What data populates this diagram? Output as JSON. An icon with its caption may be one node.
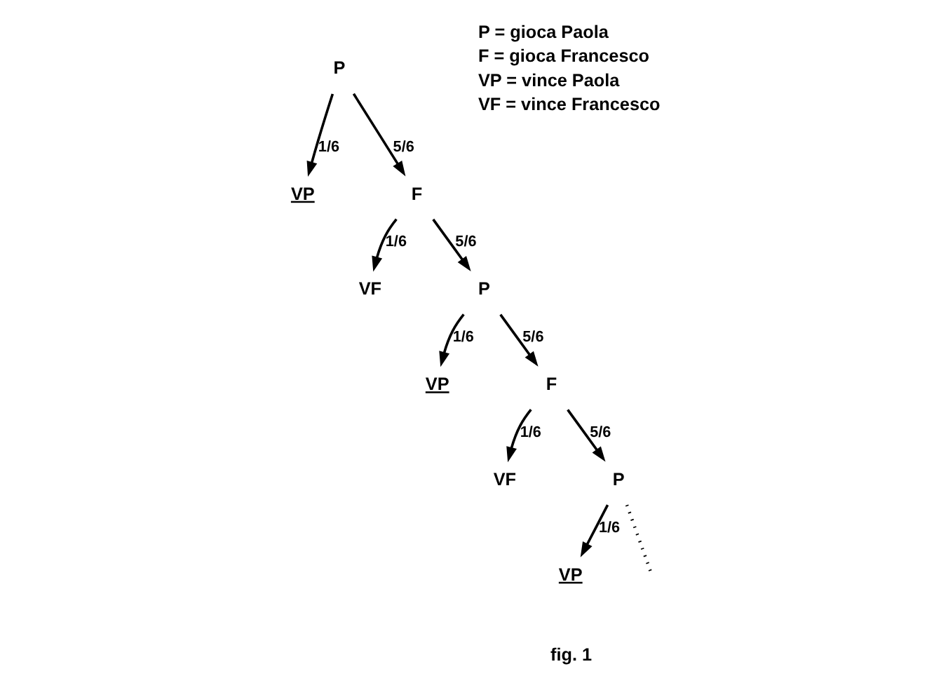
{
  "diagram": {
    "nodes": [
      {
        "text": [
          "P"
        ]
      },
      {
        "text": [
          "VP"
        ]
      },
      {
        "text": [
          "F"
        ]
      },
      {
        "text": [
          "VF"
        ]
      },
      {
        "text": [
          "P"
        ]
      },
      {
        "text": [
          "VP"
        ]
      },
      {
        "text": [
          "F"
        ]
      },
      {
        "text": [
          "VF"
        ]
      },
      {
        "text": [
          "P"
        ]
      },
      {
        "text": [
          "VP"
        ]
      }
    ],
    "edges": [
      {
        "from": 0,
        "to": 1,
        "arrow": "to",
        "label": "1/6"
      },
      {
        "from": 0,
        "to": 2,
        "arrow": "to",
        "label": "5/6"
      },
      {
        "from": 2,
        "to": 3,
        "arrow": "to",
        "label": "1/6"
      },
      {
        "from": 2,
        "to": 4,
        "arrow": "to",
        "label": "5/6"
      },
      {
        "from": 4,
        "to": 5,
        "arrow": "to",
        "label": "1/6"
      },
      {
        "from": 4,
        "to": 6,
        "arrow": "to",
        "label": "5/6"
      },
      {
        "from": 6,
        "to": 7,
        "arrow": "to",
        "label": "1/6"
      },
      {
        "from": 6,
        "to": 8,
        "arrow": "to",
        "label": "5/6"
      },
      {
        "from": 8,
        "to": 9,
        "arrow": "to",
        "label": "1/6"
      },
      {
        "from": 8,
        "to": null,
        "arrow": "none",
        "style": "dashed"
      }
    ],
    "labels": [
      "P = gioca Paola",
      "F = gioca Francesco",
      "VP = vince Paola",
      "VF = vince Francesco",
      "fig. 1"
    ]
  }
}
